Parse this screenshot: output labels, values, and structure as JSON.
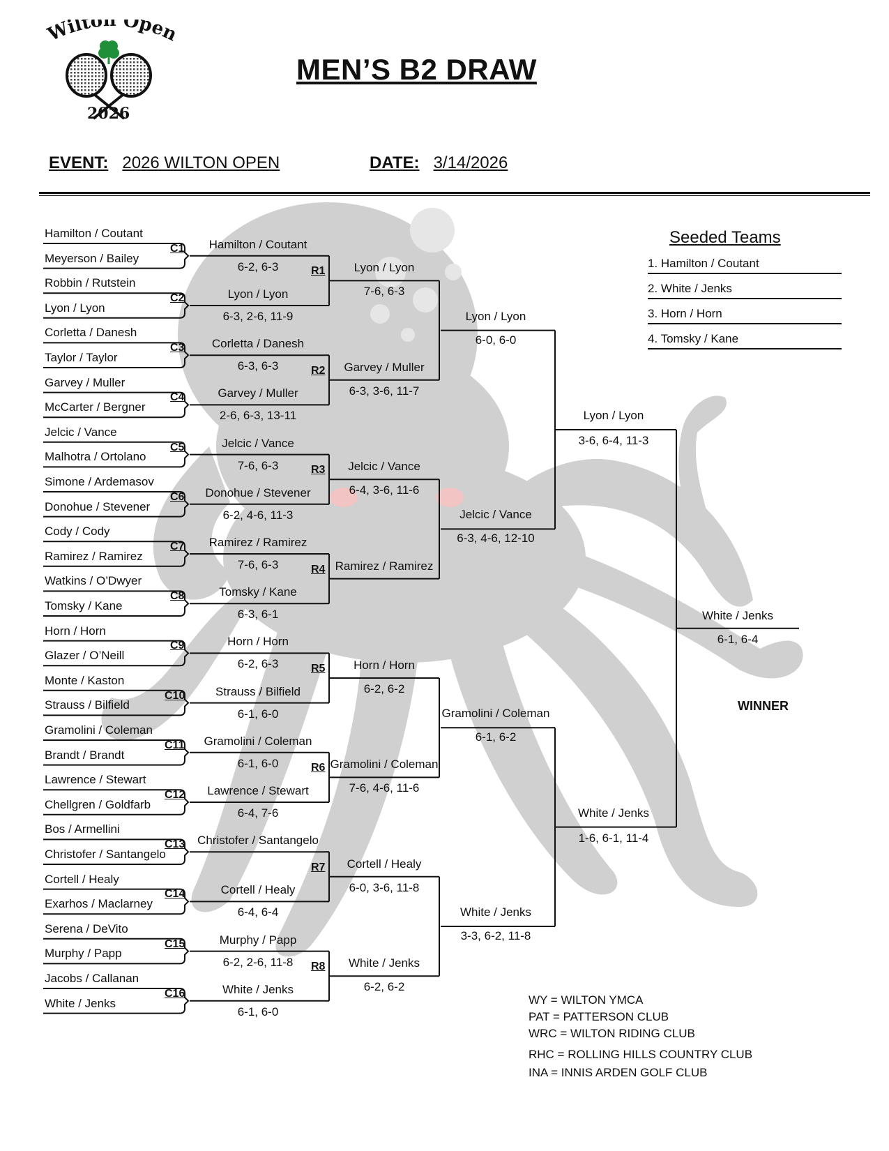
{
  "logo": {
    "top_text": "Wilton Open",
    "year": "2026",
    "icon": "shamrock-tennis-rackets-logo"
  },
  "title": "MEN’S B2 DRAW",
  "event": {
    "label": "EVENT:",
    "value": "2026 WILTON OPEN"
  },
  "date": {
    "label": "DATE:",
    "value": "3/14/2026"
  },
  "seeded": {
    "title": "Seeded Teams",
    "items": [
      "1.  Hamilton / Coutant",
      "2.  White / Jenks",
      "3.  Horn / Horn",
      "4.  Tomsky / Kane"
    ]
  },
  "first_round": [
    "Hamilton / Coutant",
    "Meyerson / Bailey",
    "Robbin / Rutstein",
    "Lyon / Lyon",
    "Corletta / Danesh",
    "Taylor / Taylor",
    "Garvey / Muller",
    "McCarter / Bergner",
    "Jelcic / Vance",
    "Malhotra / Ortolano",
    "Simone / Ardemasov",
    "Donohue / Stevener",
    "Cody / Cody",
    "Ramirez / Ramirez",
    "Watkins / O’Dwyer",
    "Tomsky / Kane",
    "Horn / Horn",
    "Glazer / O’Neill",
    "Monte / Kaston",
    "Strauss / Bilfield",
    "Gramolini / Coleman",
    "Brandt / Brandt",
    "Lawrence / Stewart",
    "Chellgren / Goldfarb",
    "Bos / Armellini",
    "Christofer / Santangelo",
    "Cortell / Healy",
    "Exarhos / Maclarney",
    "Serena / DeVito",
    "Murphy / Papp",
    "Jacobs / Callanan",
    "White / Jenks"
  ],
  "court_codes": [
    "C1",
    "C2",
    "C3",
    "C4",
    "C5",
    "C6",
    "C7",
    "C8",
    "C9",
    "C10",
    "C11",
    "C12",
    "C13",
    "C14",
    "C15",
    "C16"
  ],
  "second_round": [
    {
      "team": "Hamilton / Coutant",
      "score": "6-2, 6-3"
    },
    {
      "team": "Lyon / Lyon",
      "score": "6-3, 2-6, 11-9"
    },
    {
      "team": "Corletta / Danesh",
      "score": "6-3, 6-3"
    },
    {
      "team": "Garvey / Muller",
      "score": "2-6, 6-3, 13-11"
    },
    {
      "team": "Jelcic / Vance",
      "score": "7-6, 6-3"
    },
    {
      "team": "Donohue / Stevener",
      "score": "6-2, 4-6, 11-3"
    },
    {
      "team": "Ramirez / Ramirez",
      "score": "7-6, 6-3"
    },
    {
      "team": "Tomsky / Kane",
      "score": "6-3, 6-1"
    },
    {
      "team": "Horn / Horn",
      "score": "6-2, 6-3"
    },
    {
      "team": "Strauss / Bilfield",
      "score": "6-1, 6-0"
    },
    {
      "team": "Gramolini / Coleman",
      "score": "6-1, 6-0"
    },
    {
      "team": "Lawrence / Stewart",
      "score": "6-4, 7-6"
    },
    {
      "team": "Christofer / Santangelo",
      "score": ""
    },
    {
      "team": "Cortell / Healy",
      "score": "6-4, 6-4"
    },
    {
      "team": "Murphy / Papp",
      "score": "6-2, 2-6, 11-8"
    },
    {
      "team": "White / Jenks",
      "score": "6-1, 6-0"
    }
  ],
  "round_codes": [
    "R1",
    "R2",
    "R3",
    "R4",
    "R5",
    "R6",
    "R7",
    "R8"
  ],
  "third_round": [
    {
      "team": "Lyon / Lyon",
      "score": "7-6, 6-3"
    },
    {
      "team": "Garvey / Muller",
      "score": "6-3, 3-6, 11-7"
    },
    {
      "team": "Jelcic / Vance",
      "score": "6-4, 3-6, 11-6"
    },
    {
      "team": "Ramirez / Ramirez",
      "score": ""
    },
    {
      "team": "Horn / Horn",
      "score": "6-2, 6-2"
    },
    {
      "team": "Gramolini / Coleman",
      "score": "7-6, 4-6, 11-6"
    },
    {
      "team": "Cortell / Healy",
      "score": "6-0, 3-6, 11-8"
    },
    {
      "team": "White / Jenks",
      "score": "6-2, 6-2"
    }
  ],
  "quarterfinals": [
    {
      "team": "Lyon / Lyon",
      "score": "6-0, 6-0"
    },
    {
      "team": "Jelcic / Vance",
      "score": "6-3, 4-6, 12-10"
    },
    {
      "team": "Gramolini / Coleman",
      "score": "6-1, 6-2"
    },
    {
      "team": "White / Jenks",
      "score": "3-3, 6-2, 11-8"
    }
  ],
  "semifinals": [
    {
      "team": "Lyon / Lyon",
      "score": "3-6, 6-4, 11-3"
    },
    {
      "team": "White / Jenks",
      "score": "1-6, 6-1, 11-4"
    }
  ],
  "final": {
    "team": "White / Jenks",
    "score": "6-1, 6-4",
    "label": "WINNER"
  },
  "legend": [
    "WY = WILTON YMCA",
    "PAT = PATTERSON CLUB",
    "WRC = WILTON RIDING CLUB",
    "RHC = ROLLING HILLS COUNTRY CLUB",
    "INA = INNIS ARDEN GOLF CLUB"
  ]
}
